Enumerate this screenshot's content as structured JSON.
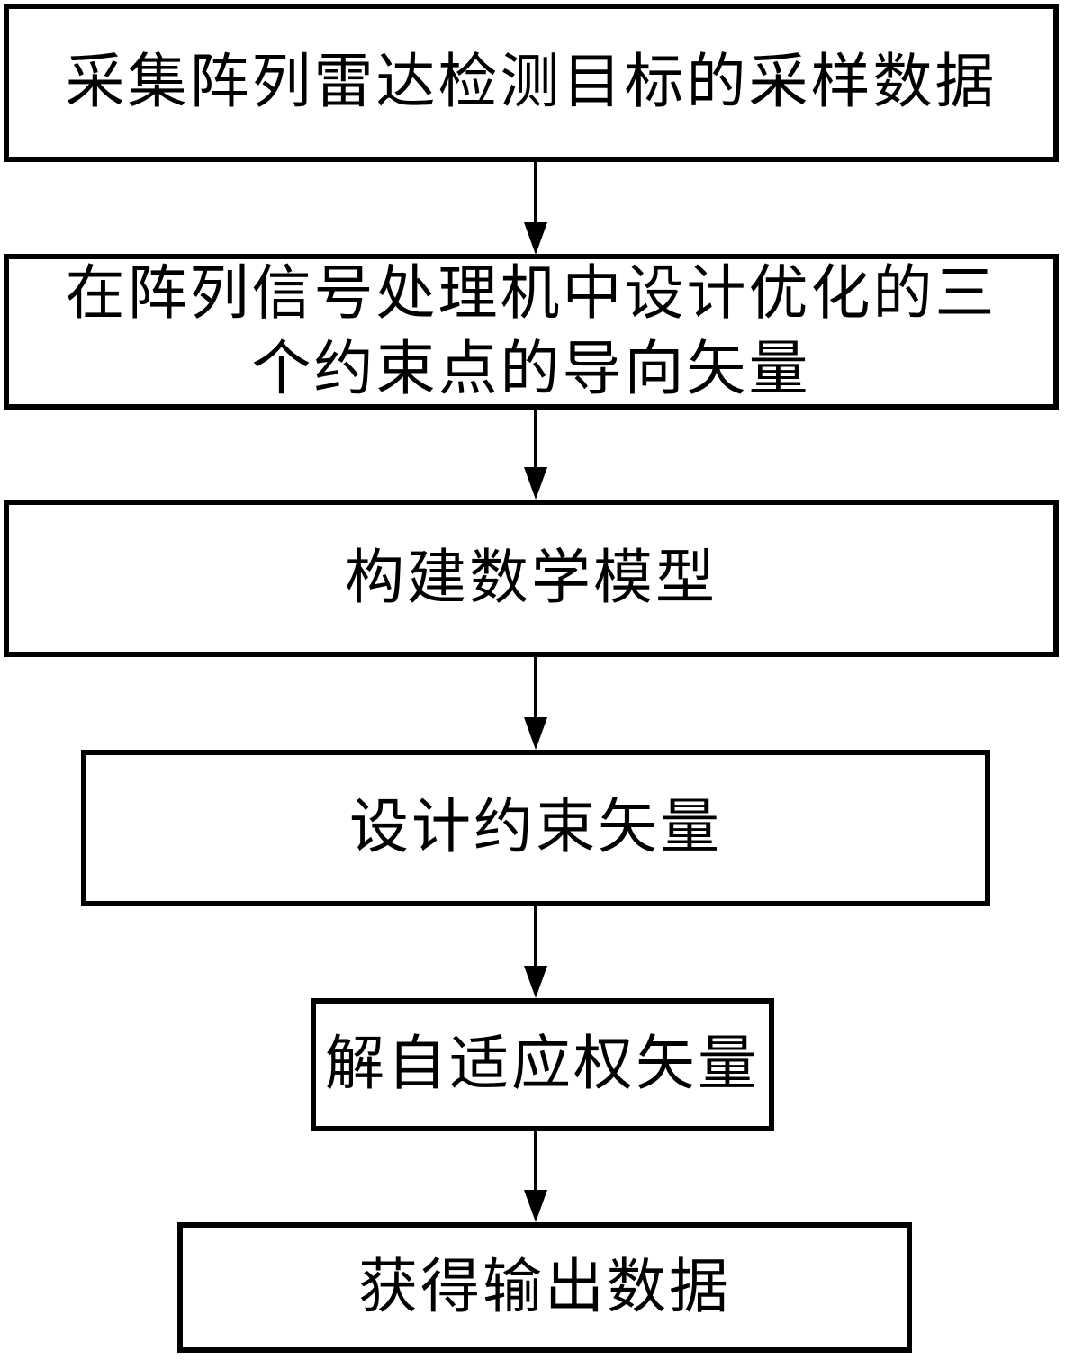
{
  "figure": {
    "type": "flowchart",
    "direction": "top-down",
    "colors": {
      "ink": "#000000",
      "background": "#ffffff"
    },
    "steps": [
      {
        "id": 1,
        "label": "采集阵列雷达检测目标的采样数据"
      },
      {
        "id": 2,
        "label": "在阵列信号处理机中设计优化的三个约束点的导向矢量",
        "lines": [
          "在阵列信号处理机中设计优化的三",
          "个约束点的导向矢量"
        ]
      },
      {
        "id": 3,
        "label": "构建数学模型"
      },
      {
        "id": 4,
        "label": "设计约束矢量"
      },
      {
        "id": 5,
        "label": "解自适应权矢量"
      },
      {
        "id": 6,
        "label": "获得输出数据"
      }
    ],
    "connectors": [
      {
        "from": 1,
        "to": 2,
        "style": "solid-down-arrow"
      },
      {
        "from": 2,
        "to": 3,
        "style": "solid-down-arrow"
      },
      {
        "from": 3,
        "to": 4,
        "style": "solid-down-arrow"
      },
      {
        "from": 4,
        "to": 5,
        "style": "solid-down-arrow"
      },
      {
        "from": 5,
        "to": 6,
        "style": "solid-down-arrow"
      }
    ]
  }
}
